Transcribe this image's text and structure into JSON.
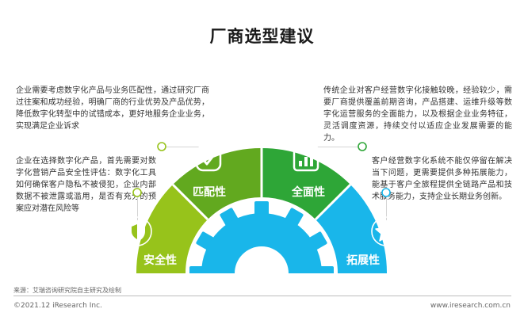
{
  "title": "厂商选型建议",
  "descriptions": {
    "top_left": "企业需要考虑数字化产品与业务匹配性，通过研究厂商过往案和成功经验，明确厂商的行业优势及产品优势，降低数字化转型中的试错成本，更好地服务企业业务，实现满足企业诉求",
    "top_right": "传统企业对客户经营数字化接触较晚，经验较少，需要厂商提供覆盖前期咨询，产品搭建、运维升级等数字化运营服务的全面能力，以及根据企业业务特征，灵活调度资源，持续交付以适应企业发展需要的能力。",
    "middle_left": "企业在选择数字化产品，首先需要对数字化营销产品安全性评估：数字化工具如何确保客户隐私不被侵犯，企业内部数据不被泄露或滥用，是否有充分的预案应对潜在风险等",
    "middle_right": "客户经营数字化系统不能仅停留在解决当下问题，更需要提供多种拓展能力，能基于客户全旅程提供全链路产品和技术服务能力，支持企业长期业务创新。"
  },
  "segments": [
    {
      "label": "安全性",
      "icon": "shield-icon",
      "color": "#97c31b"
    },
    {
      "label": "匹配性",
      "icon": "check-icon",
      "color": "#62a91f"
    },
    {
      "label": "全面性",
      "icon": "bar-chart-icon",
      "color": "#2ea637"
    },
    {
      "label": "拓展性",
      "icon": "star-icon",
      "color": "#19b6ea"
    }
  ],
  "gear_color": "#19b6ea",
  "source": "来源：艾瑞咨询研究院自主研究及绘制",
  "copyright": "©2021.12 iResearch Inc.",
  "website": "www.iresearch.com.cn"
}
